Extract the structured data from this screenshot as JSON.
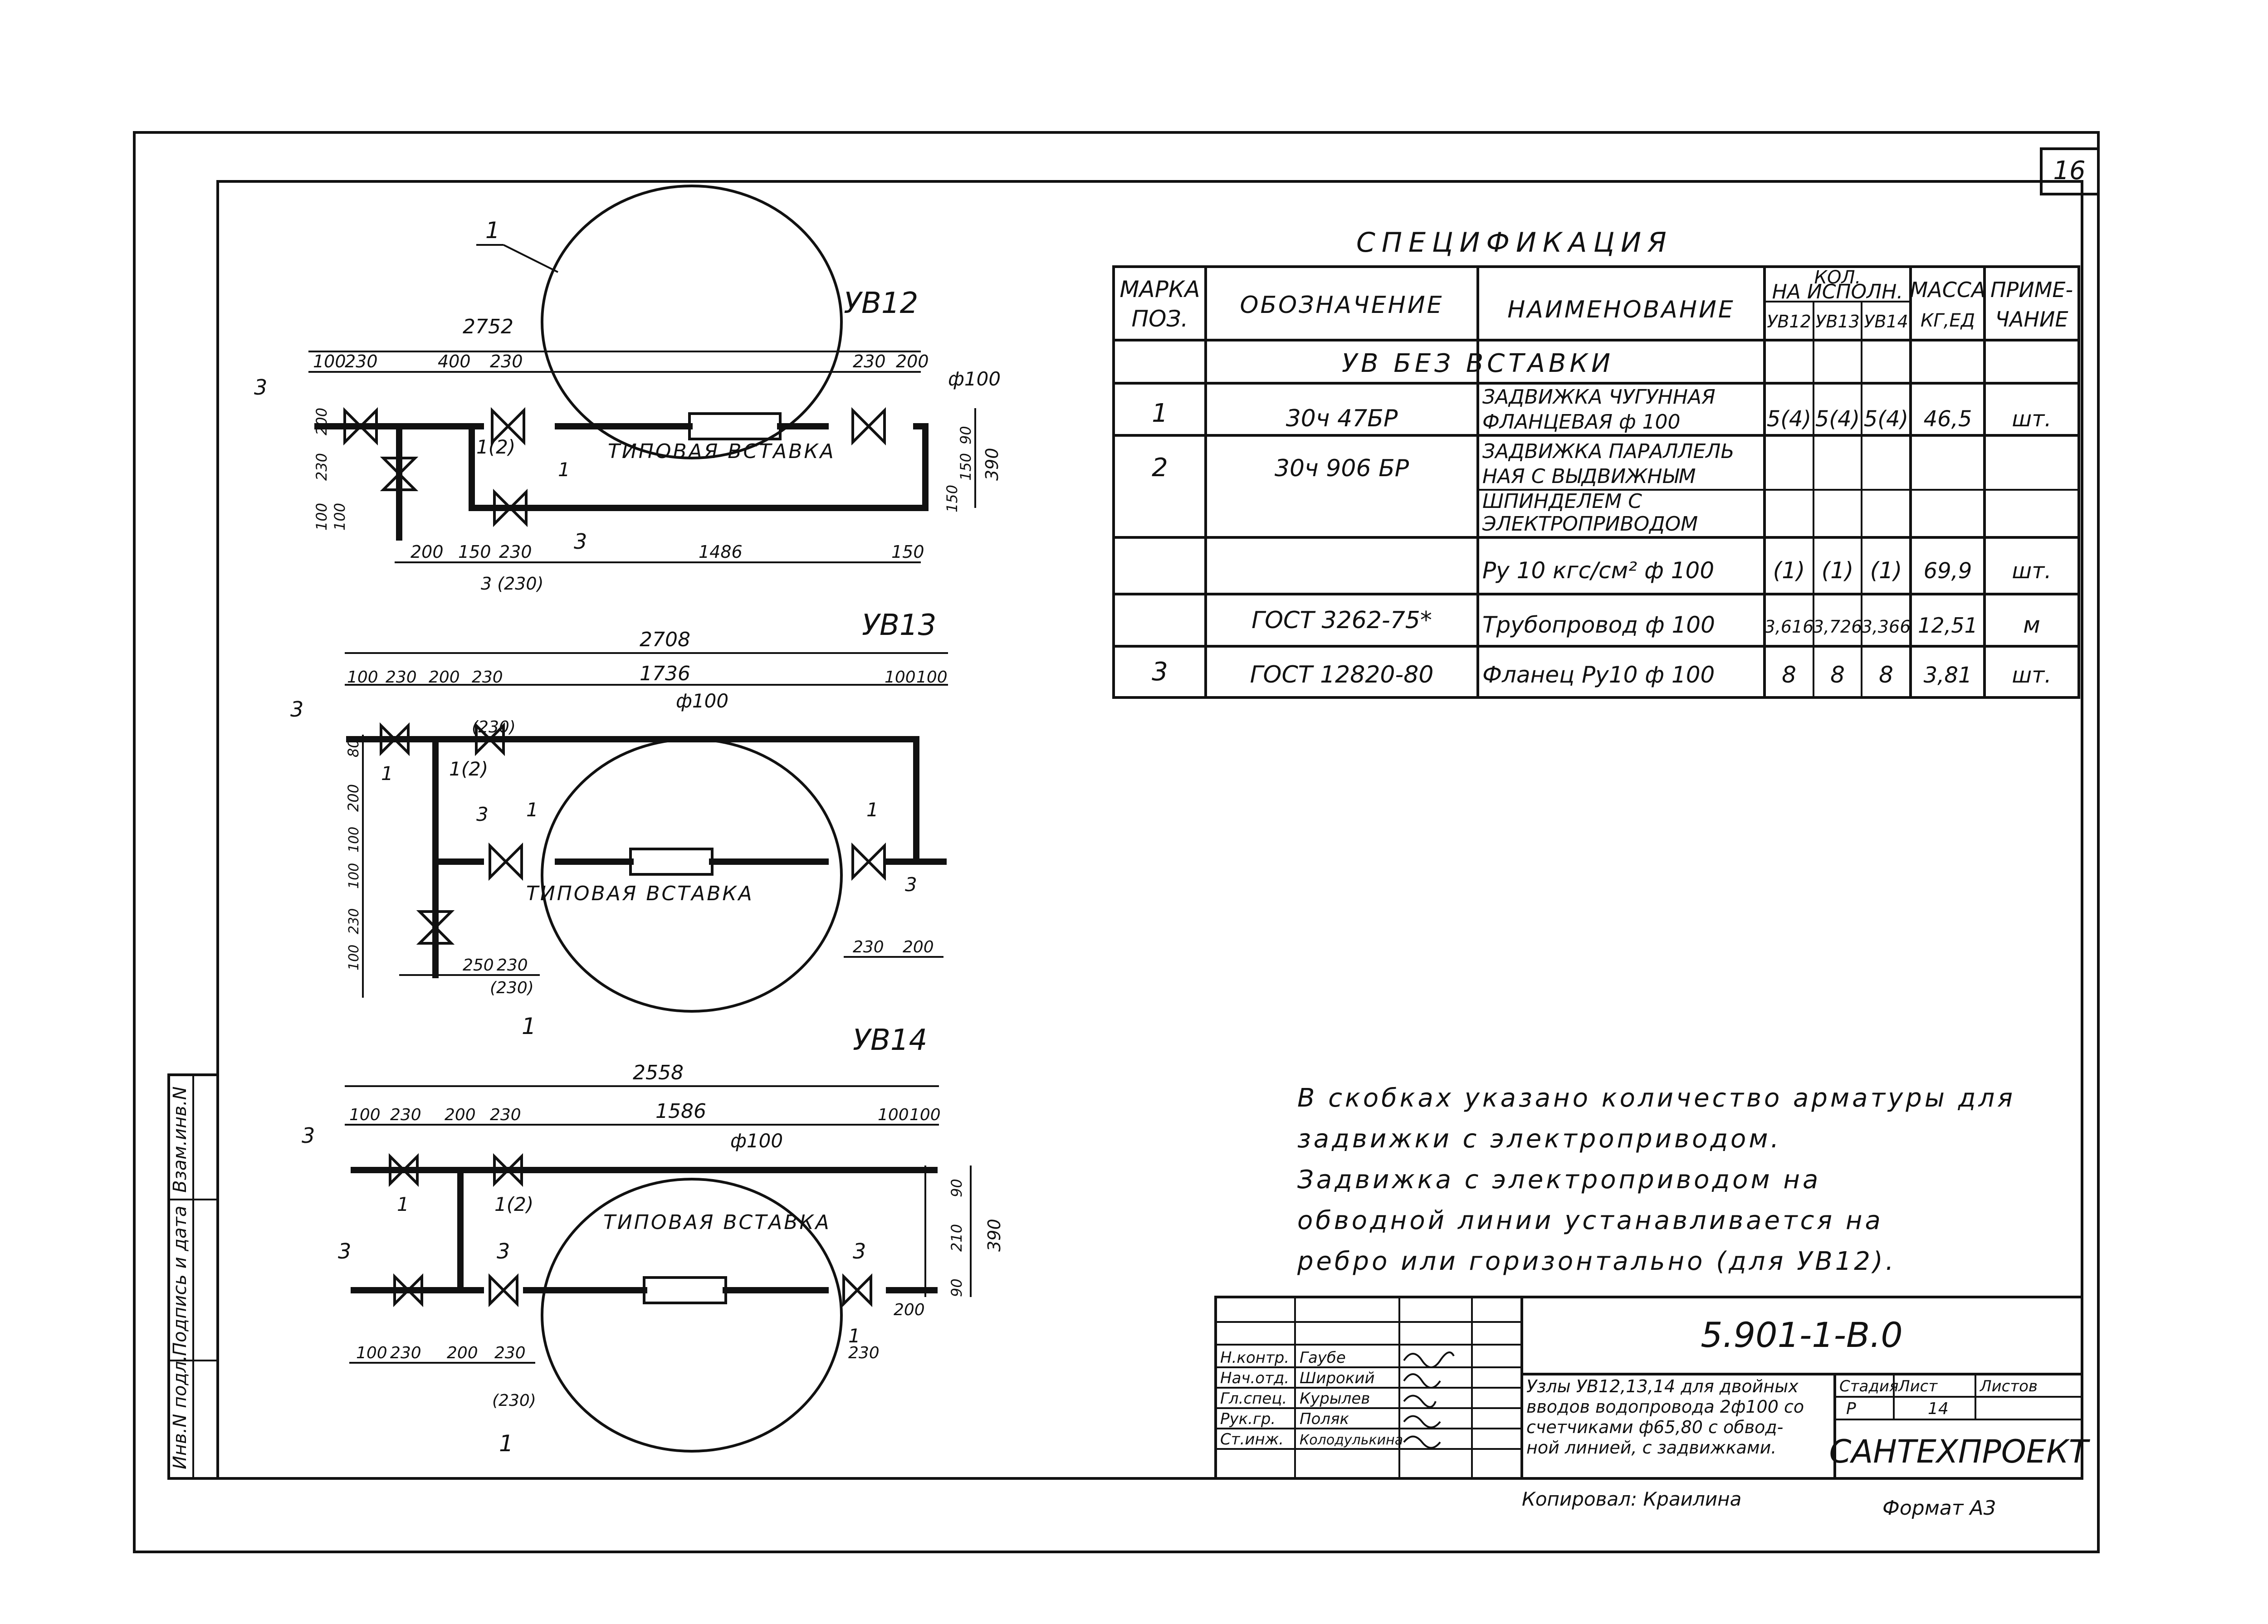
{
  "sheet_number": "16",
  "spec": {
    "title": "СПЕЦИФИКАЦИЯ",
    "headers": {
      "mark": [
        "МАРКА",
        "ПОЗ."
      ],
      "designation": "ОБОЗНАЧЕНИЕ",
      "name": "НАИМЕНОВАНИЕ",
      "qty_top": "КОЛ.",
      "qty_mid": "НА ИСПОЛН.",
      "qty_cols": [
        "УВ12",
        "УВ13",
        "УВ14"
      ],
      "mass": [
        "МАССА",
        "КГ,ЕД"
      ],
      "note": [
        "ПРИМЕ-",
        "ЧАНИЕ"
      ]
    },
    "section": "УВ  БЕЗ   ВСТАВКИ",
    "rows": [
      {
        "pos": "1",
        "designation": "30ч 47БР",
        "name": [
          "ЗАДВИЖКА ЧУГУННАЯ",
          "ФЛАНЦЕВАЯ  ф 100"
        ],
        "q12": "5(4)",
        "q13": "5(4)",
        "q14": "5(4)",
        "mass": "46,5",
        "note": "шт."
      },
      {
        "pos": "2",
        "designation": "30ч 906 БР",
        "name": [
          "ЗАДВИЖКА ПАРАЛЛЕЛЬ",
          "НАЯ С ВЫДВИЖНЫМ"
        ],
        "q12": "",
        "q13": "",
        "q14": "",
        "mass": "",
        "note": ""
      },
      {
        "pos": "",
        "designation": "",
        "name": [
          "ШПИНДЕЛЕМ С",
          "ЭЛЕКТРОПРИВОДОМ"
        ],
        "q12": "",
        "q13": "",
        "q14": "",
        "mass": "",
        "note": ""
      },
      {
        "pos": "",
        "designation": "",
        "name": [
          "Ру 10 кгс/см² ф 100"
        ],
        "q12": "(1)",
        "q13": "(1)",
        "q14": "(1)",
        "mass": "69,9",
        "note": "шт."
      },
      {
        "pos": "",
        "designation": "ГОСТ 3262-75*",
        "name": [
          "Трубопровод ф 100"
        ],
        "q12": "3,616",
        "q13": "3,726",
        "q14": "3,366",
        "mass": "12,51",
        "note": "м"
      },
      {
        "pos": "3",
        "designation": "ГОСТ 12820-80",
        "name": [
          "Фланец  Ру10 ф 100"
        ],
        "q12": "8",
        "q13": "8",
        "q14": "8",
        "mass": "3,81",
        "note": "шт."
      }
    ]
  },
  "notes": [
    "В скобках  указано  количество  арматуры  для",
    "задвижки  с электроприводом.",
    "Задвижка  с электроприводом  на",
    "обводной  линии  устанавливается  на",
    "ребро  или  горизонтально  (для УВ12)."
  ],
  "views": {
    "uv12": {
      "title": "УВ12",
      "insert_label": "ТИПОВАЯ ВСТАВКА",
      "pipe_label": "ф100",
      "dims_top": [
        "2752",
        "100",
        "230",
        "400",
        "230",
        "230",
        "200"
      ],
      "dims_bottom": [
        "200",
        "150",
        "230",
        "1486",
        "150"
      ],
      "dims_side": [
        "390",
        "90",
        "150",
        "150"
      ],
      "dims_left": [
        "100",
        "230",
        "200",
        "100"
      ],
      "bypass_valve_note": "3 (230)",
      "labels": [
        "1",
        "3",
        "1(2)",
        "1",
        "3"
      ]
    },
    "uv13": {
      "title": "УВ13",
      "insert_label": "ТИПОВАЯ ВСТАВКА",
      "pipe_label": "ф100",
      "dims_top": [
        "2708",
        "1736",
        "100",
        "230",
        "200",
        "230",
        "100",
        "100"
      ],
      "dims_bottom": [
        "250",
        "230",
        "230",
        "200"
      ],
      "dims_left": [
        "80",
        "200",
        "100",
        "100",
        "230",
        "100"
      ],
      "paren": "(230)",
      "labels": [
        "3",
        "1(2)",
        "3",
        "1",
        "1",
        "3",
        "1"
      ]
    },
    "uv14": {
      "title": "УВ14",
      "insert_label": "ТИПОВАЯ ВСТАВКА",
      "pipe_label": "ф100",
      "dims_top": [
        "2558",
        "1586",
        "100",
        "230",
        "200",
        "230",
        "100",
        "100"
      ],
      "dims_bottom": [
        "100",
        "230",
        "200",
        "230",
        "230",
        "200"
      ],
      "dims_side": [
        "390",
        "90",
        "210",
        "90"
      ],
      "paren": "(230)",
      "labels": [
        "3",
        "1",
        "1(2)",
        "3",
        "3",
        "3",
        "1"
      ]
    }
  },
  "left_strip": [
    "Инв.N подл.",
    "Подпись и дата",
    "Взам.инв.N"
  ],
  "title_block": {
    "code": "5.901-1-В.0",
    "description": [
      "Узлы УВ12,13,14 для двойных",
      "вводов водопровода 2ф100 со",
      "счетчиками ф65,80 с обвод-",
      "ной линией, с задвижками."
    ],
    "roles": [
      "Н.контр.",
      "Нач.отд.",
      "Гл.спец.",
      "Рук.гр.",
      "Ст.инж."
    ],
    "names": [
      "Гаубе",
      "Широкий",
      "Курылев",
      "Поляк",
      "Колодулькина"
    ],
    "stage_label": "Стадия",
    "sheet_label": "Лист",
    "sheets_label": "Листов",
    "stage": "Р",
    "sheet": "14",
    "org": "САНТЕХПРОЕКТ"
  },
  "copied_by": "Копировал: Краилина",
  "format": "Формат А3"
}
